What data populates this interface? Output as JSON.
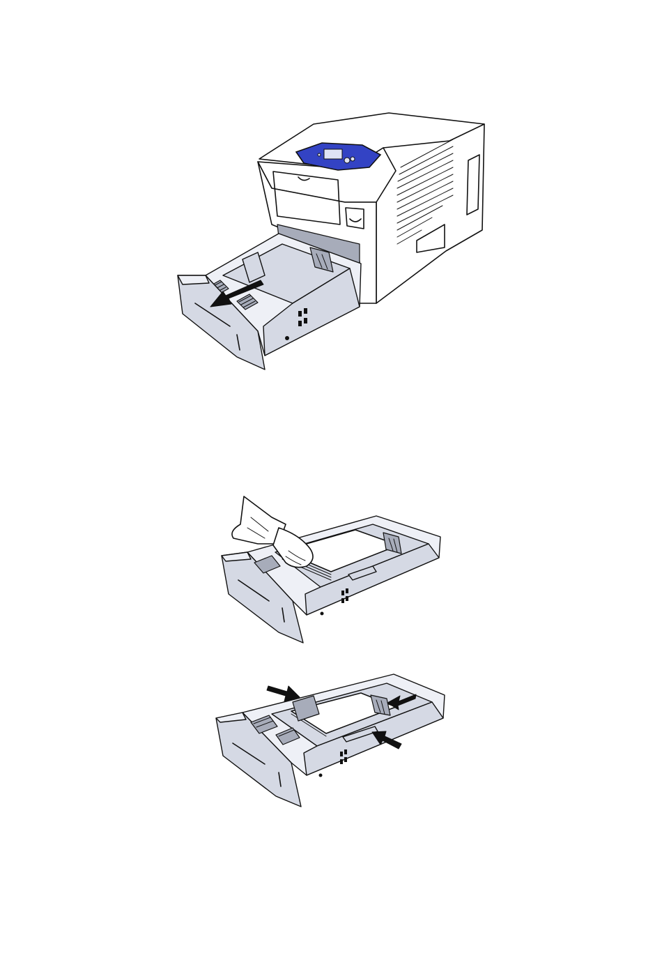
{
  "document": {
    "colors": {
      "background": "#ffffff",
      "line": "#111111",
      "tray_light": "#eef0f6",
      "tray_mid": "#d5d9e4",
      "tray_dark": "#a7acba",
      "control_panel": "#3343c4"
    },
    "figures": [
      {
        "illustration": "printer-tray-pulled-out"
      },
      {
        "illustration": "hand-loading-paper-into-tray"
      },
      {
        "illustration": "tray-paper-guides-adjusted"
      }
    ]
  }
}
